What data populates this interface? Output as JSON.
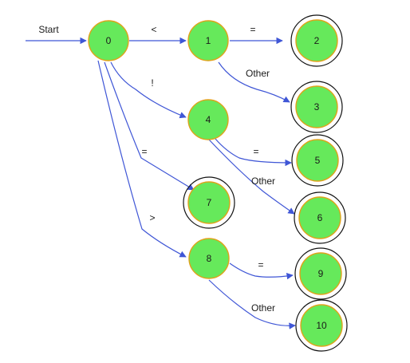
{
  "diagram": {
    "start_label": "Start",
    "states": [
      {
        "id": "s0",
        "label": "0",
        "accepting": false
      },
      {
        "id": "s1",
        "label": "1",
        "accepting": false
      },
      {
        "id": "s2",
        "label": "2",
        "accepting": true
      },
      {
        "id": "s3",
        "label": "3",
        "accepting": true
      },
      {
        "id": "s4",
        "label": "4",
        "accepting": false
      },
      {
        "id": "s5",
        "label": "5",
        "accepting": true
      },
      {
        "id": "s6",
        "label": "6",
        "accepting": true
      },
      {
        "id": "s7",
        "label": "7",
        "accepting": true
      },
      {
        "id": "s8",
        "label": "8",
        "accepting": false
      },
      {
        "id": "s9",
        "label": "9",
        "accepting": true
      },
      {
        "id": "s10",
        "label": "10",
        "accepting": true
      }
    ],
    "transitions": [
      {
        "from": "0",
        "to": "1",
        "label": "<"
      },
      {
        "from": "1",
        "to": "2",
        "label": "="
      },
      {
        "from": "1",
        "to": "3",
        "label": "Other"
      },
      {
        "from": "0",
        "to": "4",
        "label": "!"
      },
      {
        "from": "4",
        "to": "5",
        "label": "="
      },
      {
        "from": "4",
        "to": "6",
        "label": "Other"
      },
      {
        "from": "0",
        "to": "7",
        "label": "="
      },
      {
        "from": "0",
        "to": "8",
        "label": ">"
      },
      {
        "from": "8",
        "to": "9",
        "label": "="
      },
      {
        "from": "8",
        "to": "10",
        "label": "Other"
      }
    ],
    "colors": {
      "node_fill": "#66e95b",
      "node_stroke": "#e0a21a",
      "edge": "#3f56d6",
      "ring": "#111111"
    }
  }
}
